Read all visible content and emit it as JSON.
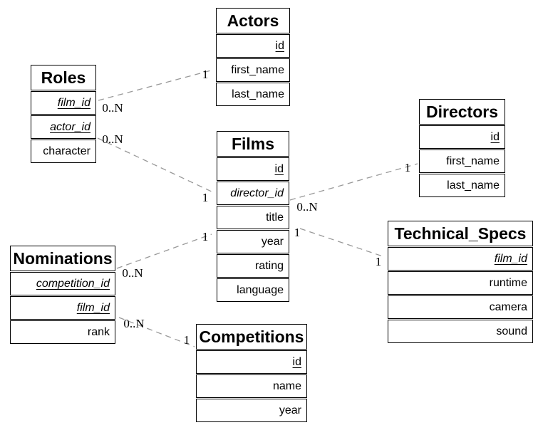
{
  "diagram": {
    "type": "entity-relationship",
    "colors": {
      "background": "#ffffff",
      "entity_border": "#000000",
      "entity_fill": "#ffffff",
      "text": "#000000",
      "relationship_line": "#999999"
    },
    "entities": [
      {
        "id": "actors",
        "name": "Actors",
        "fields": [
          {
            "label": "id",
            "pk": true,
            "fk": false
          },
          {
            "label": "first_name",
            "pk": false,
            "fk": false
          },
          {
            "label": "last_name",
            "pk": false,
            "fk": false
          }
        ]
      },
      {
        "id": "roles",
        "name": "Roles",
        "fields": [
          {
            "label": "film_id",
            "pk": true,
            "fk": true
          },
          {
            "label": "actor_id",
            "pk": true,
            "fk": true
          },
          {
            "label": "character",
            "pk": false,
            "fk": false
          }
        ]
      },
      {
        "id": "films",
        "name": "Films",
        "fields": [
          {
            "label": "id",
            "pk": true,
            "fk": false
          },
          {
            "label": "director_id",
            "pk": false,
            "fk": true
          },
          {
            "label": "title",
            "pk": false,
            "fk": false
          },
          {
            "label": "year",
            "pk": false,
            "fk": false
          },
          {
            "label": "rating",
            "pk": false,
            "fk": false
          },
          {
            "label": "language",
            "pk": false,
            "fk": false
          }
        ]
      },
      {
        "id": "directors",
        "name": "Directors",
        "fields": [
          {
            "label": "id",
            "pk": true,
            "fk": false
          },
          {
            "label": "first_name",
            "pk": false,
            "fk": false
          },
          {
            "label": "last_name",
            "pk": false,
            "fk": false
          }
        ]
      },
      {
        "id": "nominations",
        "name": "Nominations",
        "fields": [
          {
            "label": "competition_id",
            "pk": true,
            "fk": true
          },
          {
            "label": "film_id",
            "pk": true,
            "fk": true
          },
          {
            "label": "rank",
            "pk": false,
            "fk": false
          }
        ]
      },
      {
        "id": "technical_specs",
        "name": "Technical_Specs",
        "fields": [
          {
            "label": "film_id",
            "pk": true,
            "fk": true
          },
          {
            "label": "runtime",
            "pk": false,
            "fk": false
          },
          {
            "label": "camera",
            "pk": false,
            "fk": false
          },
          {
            "label": "sound",
            "pk": false,
            "fk": false
          }
        ]
      },
      {
        "id": "competitions",
        "name": "Competitions",
        "fields": [
          {
            "label": "id",
            "pk": true,
            "fk": false
          },
          {
            "label": "name",
            "pk": false,
            "fk": false
          },
          {
            "label": "year",
            "pk": false,
            "fk": false
          }
        ]
      }
    ],
    "relationships": [
      {
        "id": "roles-actors",
        "from": "Roles",
        "to": "Actors",
        "from_card": "0..N",
        "to_card": "1"
      },
      {
        "id": "roles-films",
        "from": "Roles",
        "to": "Films",
        "from_card": "0..N",
        "to_card": "1"
      },
      {
        "id": "films-directors",
        "from": "Films",
        "to": "Directors",
        "from_card": "0..N",
        "to_card": "1"
      },
      {
        "id": "films-technical_specs",
        "from": "Films",
        "to": "Technical_Specs",
        "from_card": "1",
        "to_card": "1"
      },
      {
        "id": "nominations-films",
        "from": "Nominations",
        "to": "Films",
        "from_card": "0..N",
        "to_card": "1"
      },
      {
        "id": "nominations-competitions",
        "from": "Nominations",
        "to": "Competitions",
        "from_card": "0..N",
        "to_card": "1"
      }
    ]
  }
}
